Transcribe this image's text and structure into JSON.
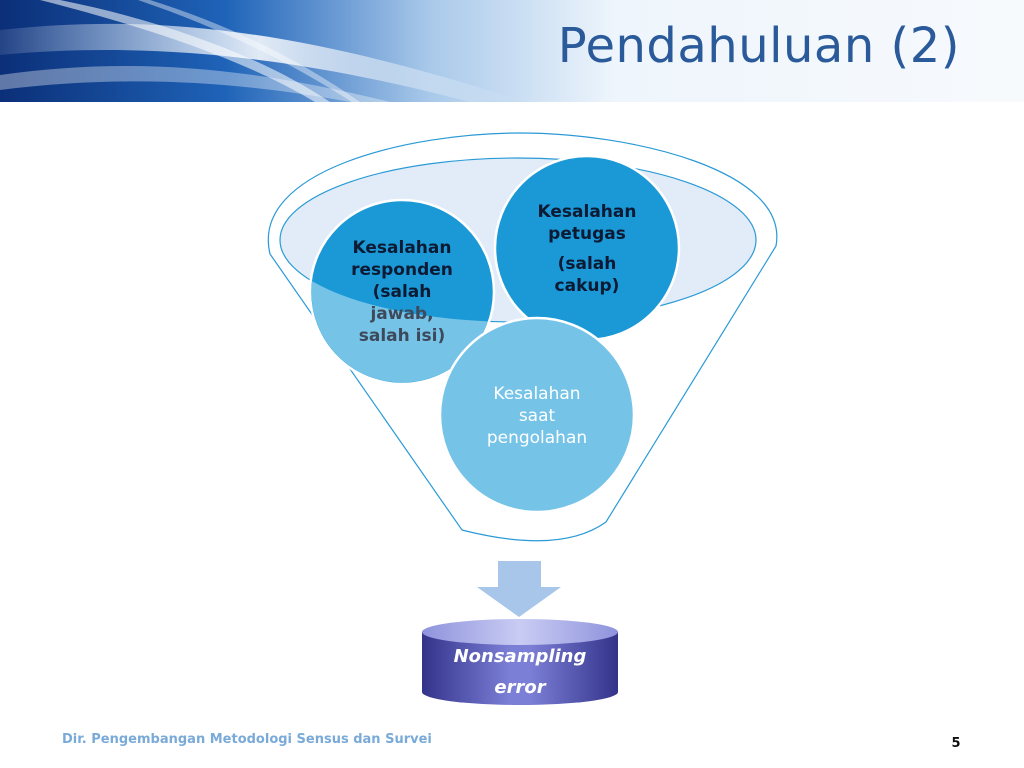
{
  "slide": {
    "title": "Pendahuluan (2)",
    "footer": "Dir. Pengembangan Metodologi Sensus dan Survei",
    "page_number": "5"
  },
  "diagram": {
    "responden": {
      "line1": "Kesalahan",
      "line2": "responden",
      "line3": "(salah",
      "line4": "jawab,",
      "line5": "salah isi)"
    },
    "petugas": {
      "line1": "Kesalahan",
      "line2": "petugas",
      "line3": "(salah",
      "line4": "cakup)"
    },
    "pengolahan": {
      "line1": "Kesalahan",
      "line2": "saat",
      "line3": "pengolahan"
    },
    "result": {
      "line1": "Nonsampling",
      "line2": "error"
    }
  },
  "colors": {
    "title": "#2a5a9a",
    "circle_dark": "#1a99d6",
    "circle_light": "#76c3e8",
    "funnel_stroke": "#2a9ad6",
    "cylinder": "#6a6cc4",
    "footer": "#7aaad8"
  }
}
